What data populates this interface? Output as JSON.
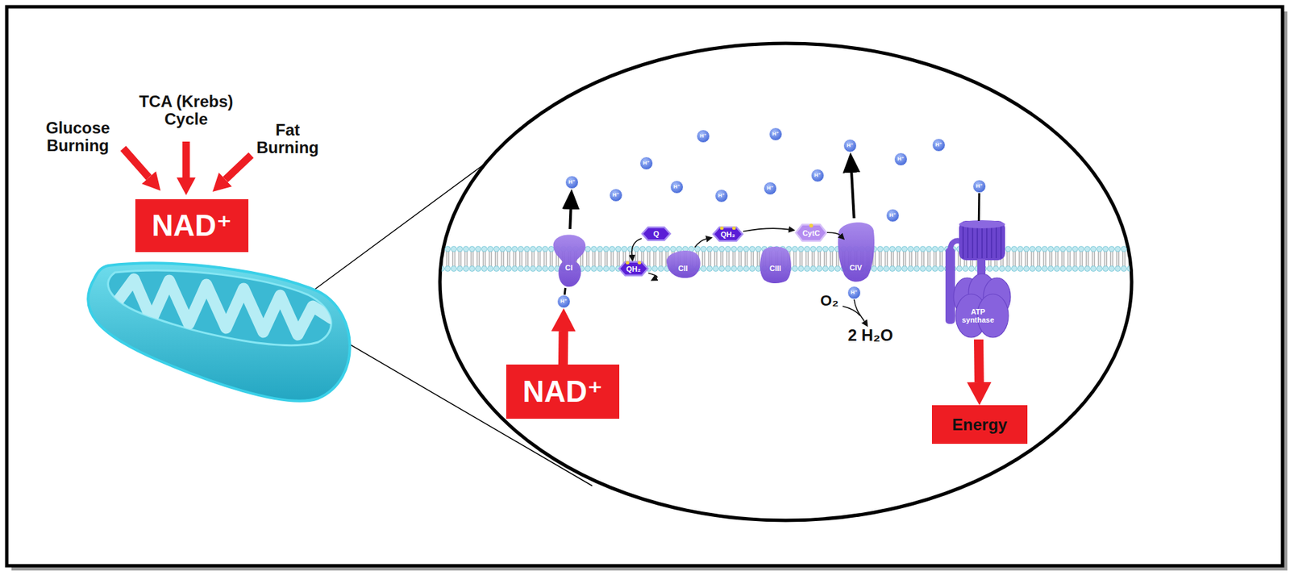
{
  "diagram": {
    "nodes": [
      {
        "text": [
          "NAD⁺"
        ]
      },
      {
        "text": [
          "H⁺"
        ]
      },
      {
        "text": [
          "H⁺"
        ]
      },
      {
        "text": [
          "H⁺"
        ]
      },
      {
        "text": [
          "H⁺"
        ]
      },
      {
        "text": [
          "H⁺"
        ]
      },
      {
        "text": [
          "H⁺"
        ]
      },
      {
        "text": [
          "H⁺"
        ]
      },
      {
        "text": [
          "H⁺"
        ]
      },
      {
        "text": [
          "H⁺"
        ]
      },
      {
        "text": [
          "H⁺"
        ]
      },
      {
        "text": [
          "H⁺"
        ]
      },
      {
        "text": [
          "H⁺"
        ]
      },
      {
        "text": [
          "H⁺"
        ]
      },
      {
        "text": [
          "H⁺"
        ]
      },
      {
        "text": [
          "CI"
        ]
      },
      {
        "text": [
          "Q"
        ]
      },
      {
        "text": [
          "QH₂"
        ]
      },
      {
        "text": [
          "CII"
        ]
      },
      {
        "text": [
          "QH₂"
        ]
      },
      {
        "text": [
          "CIII"
        ]
      },
      {
        "text": [
          "CytC"
        ]
      },
      {
        "text": [
          "CIV"
        ]
      },
      {
        "text": [
          "ATP synthase"
        ]
      },
      {
        "text": [
          "H⁺"
        ]
      },
      {
        "text": [
          "H⁺"
        ]
      },
      {
        "text": [
          "NAD⁺"
        ]
      },
      {
        "text": [
          "Energy"
        ]
      }
    ],
    "edges": [
      {
        "from": 26,
        "to": 25,
        "arrow": "to"
      },
      {
        "from": 25,
        "to": 15,
        "arrow": "none"
      },
      {
        "from": 15,
        "to": 8,
        "arrow": "to"
      },
      {
        "from": 16,
        "to": 17,
        "arrow": "to"
      },
      {
        "from": 17,
        "to": 18,
        "arrow": "to"
      },
      {
        "from": 18,
        "to": 19,
        "arrow": "to"
      },
      {
        "from": 19,
        "to": 21,
        "arrow": "to"
      },
      {
        "from": 21,
        "to": 22,
        "arrow": "to"
      },
      {
        "from": 22,
        "to": 4,
        "arrow": "to"
      },
      {
        "from": 9,
        "to": 23,
        "arrow": "none"
      },
      {
        "from": 23,
        "to": 27,
        "arrow": "to"
      }
    ],
    "labels": [
      "Glucose Burning",
      "TCA (Krebs) Cycle",
      "Fat Burning",
      "O₂",
      "2 H₂O"
    ]
  }
}
